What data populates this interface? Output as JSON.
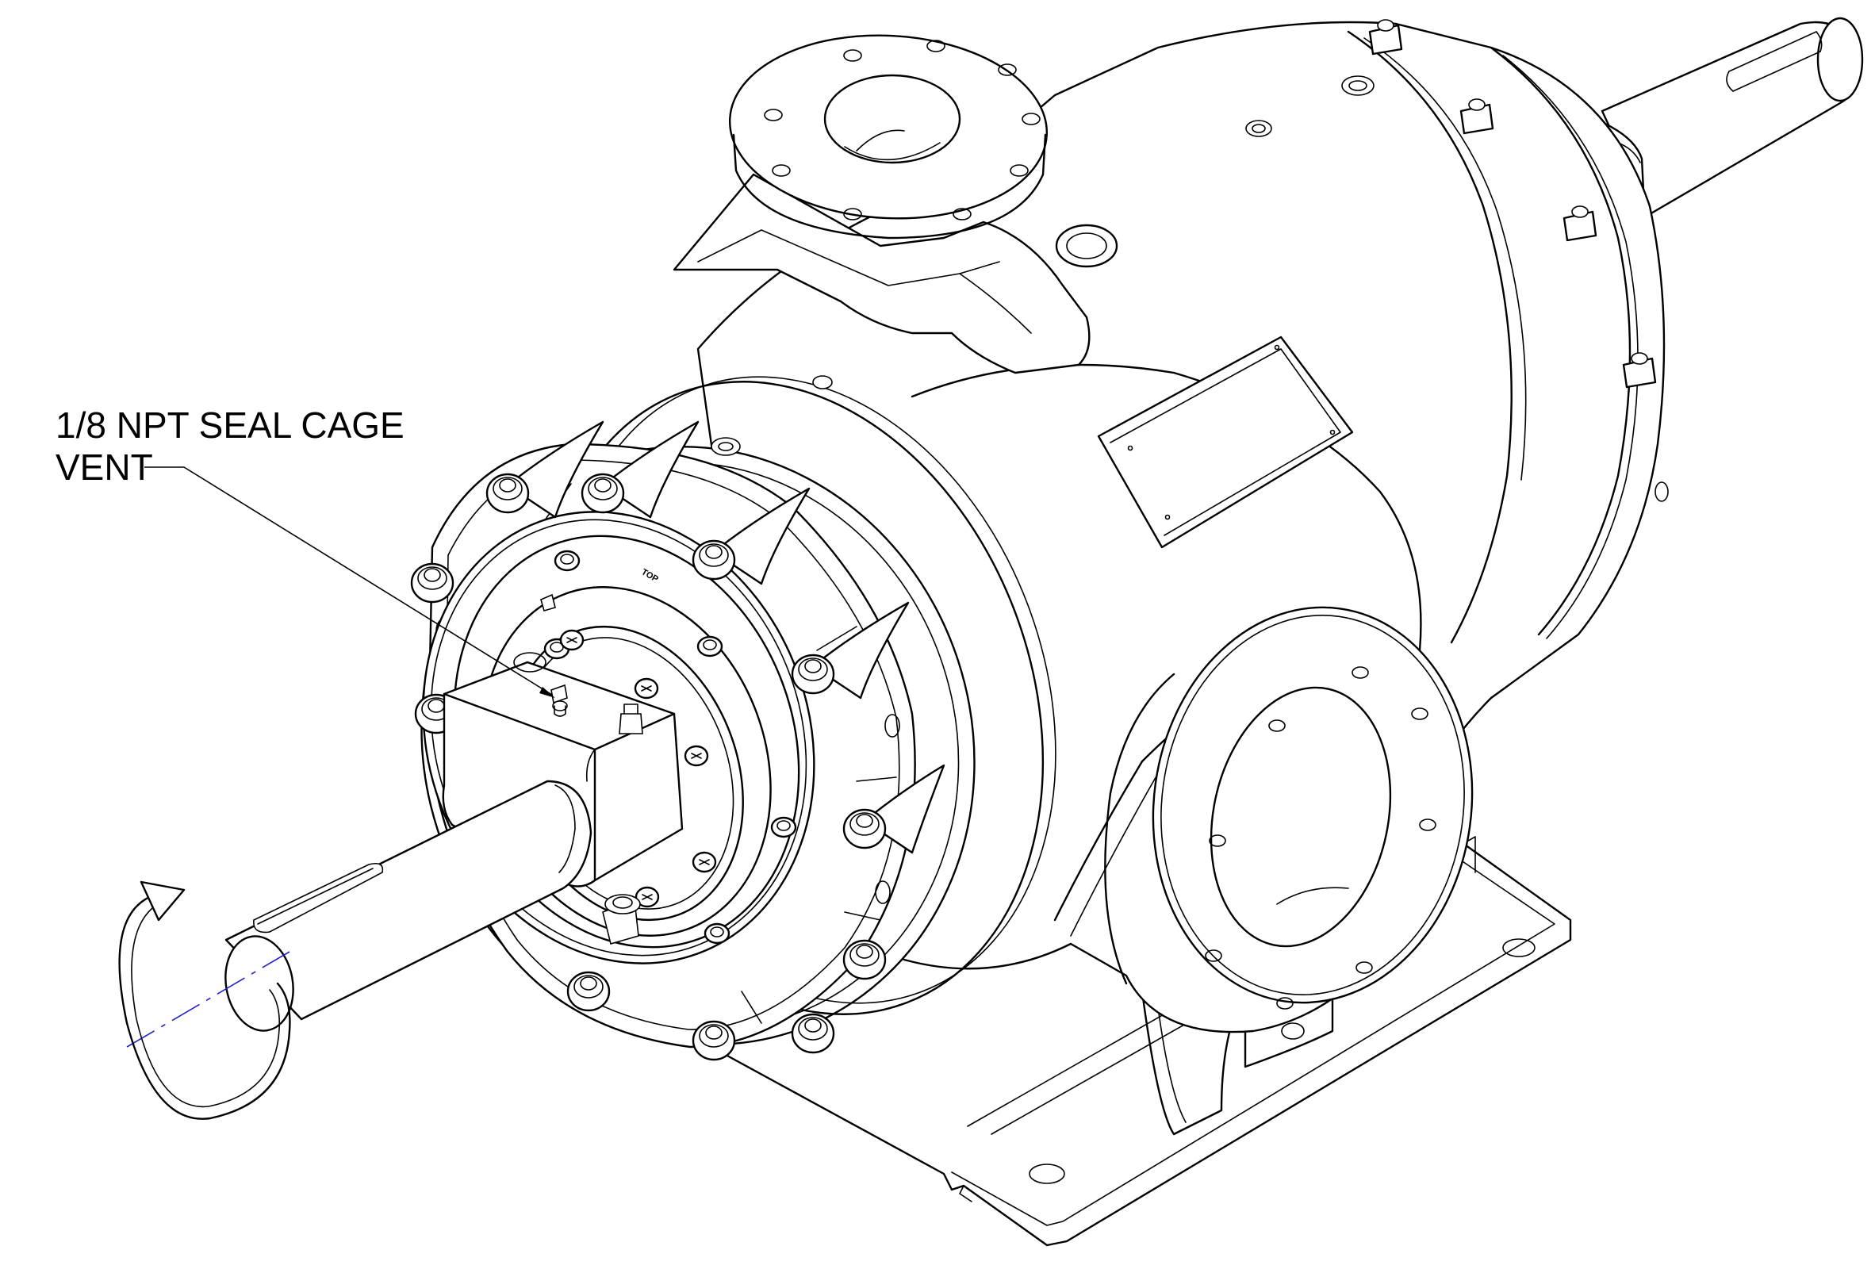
{
  "callout": {
    "line1": "1/8 NPT SEAL CAGE",
    "line2": "VENT"
  },
  "mark": {
    "top_label": "TOP"
  },
  "colors": {
    "line": "#000000",
    "axis_centerline": "#2222cc",
    "background": "#ffffff"
  },
  "icons": [
    "rotation-arrow-icon"
  ]
}
